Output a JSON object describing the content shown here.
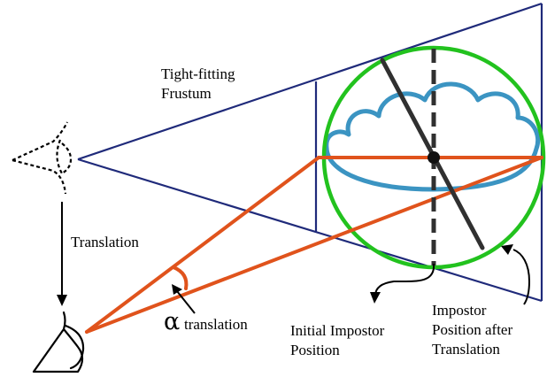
{
  "labels": {
    "frustum_line1": "Tight-fitting",
    "frustum_line2": "Frustum",
    "translation": "Translation",
    "alpha_symbol": "α",
    "alpha_word": "translation",
    "initial_line1": "Initial Impostor",
    "initial_line2": "Position",
    "after_line1": "Impostor",
    "after_line2": "Position after",
    "after_line3": "Translation"
  },
  "colors": {
    "frustum": "#1f2a7a",
    "sphere": "#22c21e",
    "cloud": "#3b94c2",
    "sightline": "#e0531c",
    "impostor": "#303030",
    "eye": "#000000"
  }
}
